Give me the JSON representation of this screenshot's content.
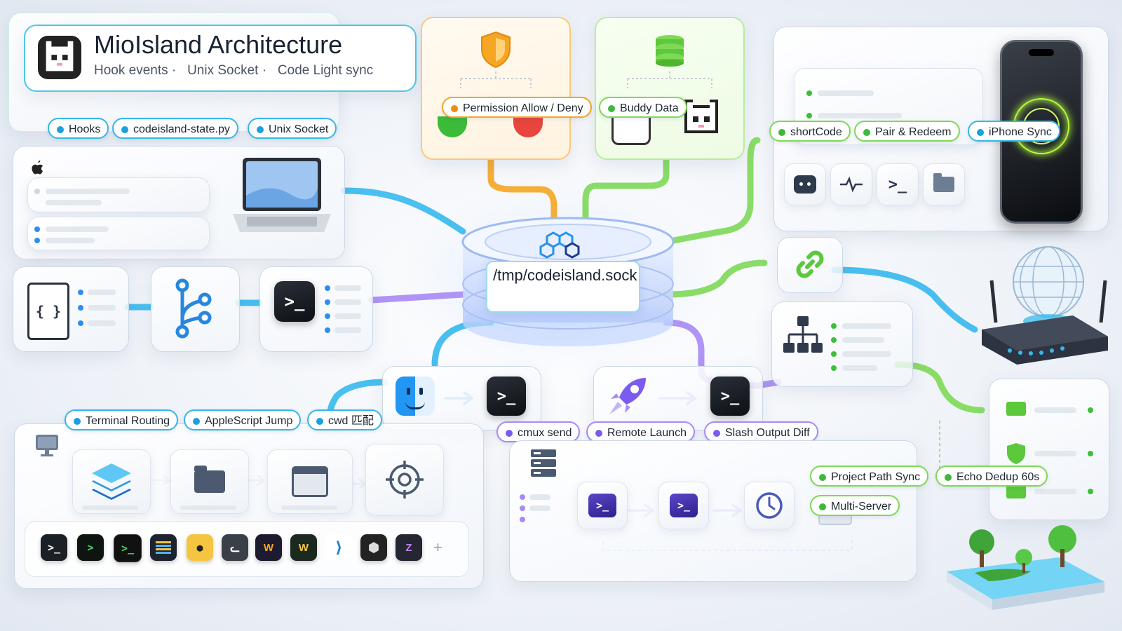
{
  "header": {
    "title": "MioIsland Architecture",
    "subtitle_items": [
      "Hook events ·",
      "Unix Socket ·",
      "Code Light sync"
    ]
  },
  "socket_path": "/tmp/codeisland.sock",
  "chips": {
    "hooks": "Hooks",
    "state_script": "codeisland-state.py",
    "unix_socket": "Unix Socket",
    "permission": "Permission Allow / Deny",
    "buddy_data": "Buddy Data",
    "short_code": "shortCode",
    "pair_redeem": "Pair & Redeem",
    "iphone_sync": "iPhone Sync",
    "terminal_routing": "Terminal Routing",
    "applescript_jump": "AppleScript Jump",
    "cwd_match": "cwd 匹配",
    "cmux_send": "cmux send",
    "remote_launch": "Remote Launch",
    "slash_output_diff": "Slash Output Diff",
    "project_path_sync": "Project Path Sync",
    "echo_dedup": "Echo Dedup 60s",
    "multi_server": "Multi-Server"
  },
  "terminal_glyph": ">_",
  "json_glyph": "{ }",
  "add_glyph": "+",
  "colors": {
    "blue_pipe": "#36b9ee",
    "orange_pipe": "#f5a623",
    "green_pipe": "#7ed957",
    "purple_pipe": "#a88af5",
    "accent_blue": "#1aa0de"
  },
  "icons": {
    "header_logo": "pixel-cat-icon",
    "permission": "shield-icon",
    "buddy": "database-icon",
    "apple": "apple-icon",
    "branch": "git-branch-icon",
    "link": "link-icon",
    "network": "network-tree-icon",
    "router": "router-globe-icon",
    "phone": "iphone-icon",
    "finder": "finder-icon",
    "rocket": "rocket-icon",
    "stack": "layers-icon",
    "folder": "folder-icon",
    "window": "window-icon",
    "target": "crosshair-icon",
    "server": "server-icon",
    "clock": "clock-icon"
  }
}
